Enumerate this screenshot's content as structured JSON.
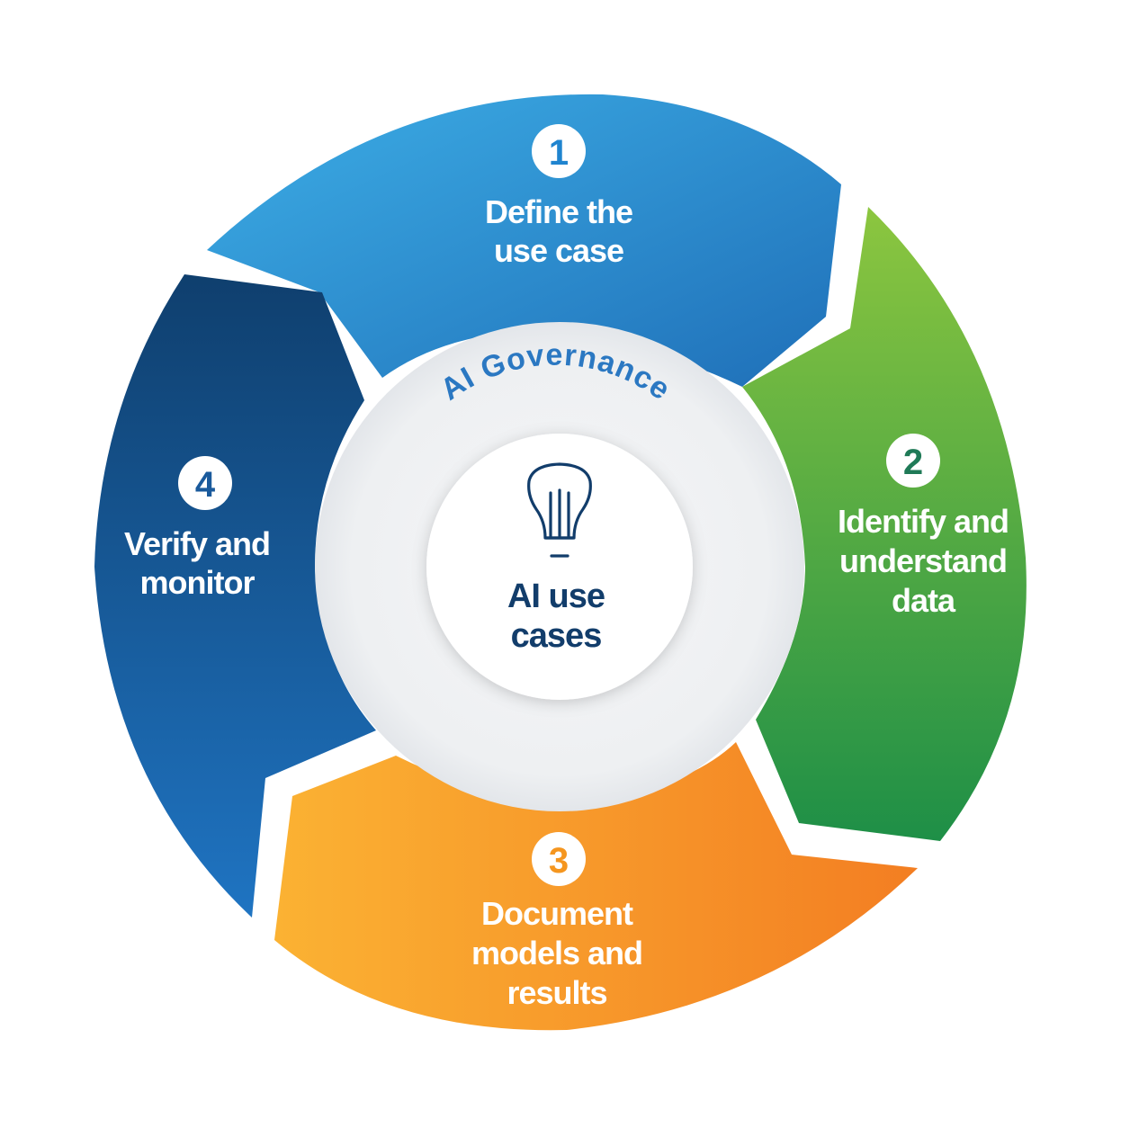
{
  "title": "AI Governance",
  "center": {
    "icon": "lightbulb-icon",
    "lines": [
      "AI use",
      "cases"
    ]
  },
  "stages": [
    {
      "number": "1",
      "lines": [
        "Define the",
        "use case"
      ],
      "colors": [
        "#3daee6",
        "#1f6fb8"
      ],
      "number_color": "#1f84cf"
    },
    {
      "number": "2",
      "lines": [
        "Identify and",
        "understand",
        "data"
      ],
      "colors": [
        "#8cc63f",
        "#1e8f47"
      ],
      "number_color": "#1f7a57"
    },
    {
      "number": "3",
      "lines": [
        "Document",
        "models and",
        "results"
      ],
      "colors": [
        "#fbb233",
        "#f37e22"
      ],
      "number_color": "#f5961f"
    },
    {
      "number": "4",
      "lines": [
        "Verify and",
        "monitor"
      ],
      "colors": [
        "#0f3f6e",
        "#1f74c2"
      ],
      "number_color": "#1a5a9c"
    }
  ]
}
